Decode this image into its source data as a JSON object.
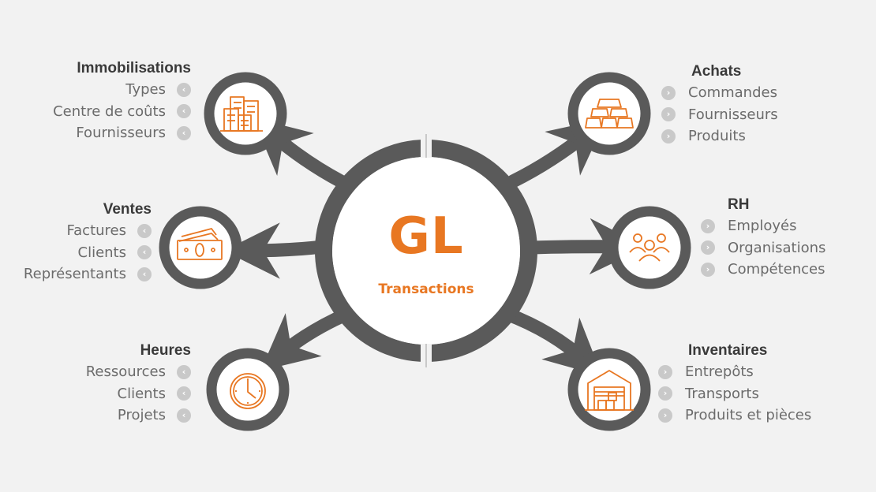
{
  "center": {
    "title": "GL",
    "subtitle": "Transactions"
  },
  "colors": {
    "accent": "#e87722",
    "hub": "#5a5a5a",
    "bullet": "#c9c9c9"
  },
  "groups": [
    {
      "id": "immobilisations",
      "title": "Immobilisations",
      "icon": "buildings-icon",
      "items": [
        "Types",
        "Centre de coûts",
        "Fournisseurs"
      ]
    },
    {
      "id": "ventes",
      "title": "Ventes",
      "icon": "banknotes-icon",
      "items": [
        "Factures",
        "Clients",
        "Représentants"
      ]
    },
    {
      "id": "heures",
      "title": "Heures",
      "icon": "clock-icon",
      "items": [
        "Ressources",
        "Clients",
        "Projets"
      ]
    },
    {
      "id": "achats",
      "title": "Achats",
      "icon": "gold-bars-icon",
      "items": [
        "Commandes",
        "Fournisseurs",
        "Produits"
      ]
    },
    {
      "id": "rh",
      "title": "RH",
      "icon": "people-icon",
      "items": [
        "Employés",
        "Organisations",
        "Compétences"
      ]
    },
    {
      "id": "inventaires",
      "title": "Inventaires",
      "icon": "warehouse-icon",
      "items": [
        "Entrepôts",
        "Transports",
        "Produits et pièces"
      ]
    }
  ]
}
